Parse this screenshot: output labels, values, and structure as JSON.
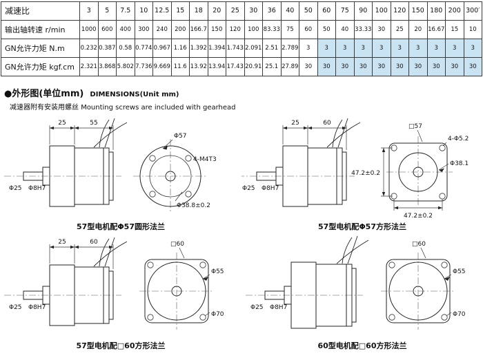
{
  "table": {
    "corner_label": "减速比",
    "ratios": [
      "3",
      "5",
      "7.5",
      "10",
      "12.5",
      "15",
      "18",
      "20",
      "25",
      "30",
      "36",
      "40",
      "50",
      "60",
      "75",
      "90",
      "100",
      "120",
      "150",
      "180",
      "200",
      "300′"
    ],
    "rows": [
      {
        "label": "输出轴转速 r/min",
        "values": [
          "1000",
          "600",
          "400",
          "300",
          "240",
          "200",
          "166.7",
          "150",
          "120",
          "100",
          "83.33",
          "75",
          "60",
          "50",
          "40",
          "33.33",
          "30",
          "25",
          "20",
          "16.67",
          "15",
          "10"
        ]
      },
      {
        "label": "GN允许力矩 N.m",
        "values": [
          "0.232",
          "0.387",
          "0.58",
          "0.774",
          "0.967",
          "1.16",
          "1.392",
          "1.394",
          "1.743",
          "2.091",
          "2.51",
          "2.789",
          "3",
          "3",
          "3",
          "3",
          "3",
          "3",
          "3",
          "3",
          "3",
          "3"
        ],
        "highlight_from": 13
      },
      {
        "label": "GN允许力矩 kgf.cm",
        "values": [
          "2.321",
          "3.868",
          "5.802",
          "7.736",
          "9.669",
          "11.6",
          "13.92",
          "13.94",
          "17.43",
          "20.91",
          "25.1",
          "27.89",
          "30",
          "30",
          "30",
          "30",
          "30",
          "30",
          "30",
          "30",
          "30",
          "30"
        ],
        "highlight_from": 13
      }
    ],
    "highlight_color": "#c9e3f3"
  },
  "section": {
    "title_cn": "●外形图(单位mm)",
    "title_en": "DIMENSIONS(Unit mm)",
    "note_cn": "减速器附有安装用螺丝",
    "note_en": "Mounting screws are included with gearhead"
  },
  "drawings": {
    "d1": {
      "dim_a": "25",
      "dim_b": "55",
      "boss": "Φ25",
      "shaft": "Φ8H7",
      "od": "Φ57",
      "holes": "4-M4T3",
      "pilot": "Φ38.8±0.2",
      "caption": "57型电机配Φ57圆形法兰"
    },
    "d2": {
      "dim_a": "25",
      "dim_b": "60",
      "boss": "Φ25",
      "shaft": "Φ8H7",
      "sq": "□57",
      "holes": "4-Φ5.2",
      "pilot": "Φ38.1",
      "dim_v": "47.2±0.2",
      "dim_h": "47.2±0.2",
      "caption": "57型电机配Φ57方形法兰"
    },
    "d3": {
      "dim_a": "25",
      "dim_b": "60",
      "boss": "Φ25",
      "shaft": "Φ8H7",
      "sq": "□60",
      "circle": "Φ55",
      "holes_circle": "Φ70",
      "caption": "57型电机配□60方形法兰"
    },
    "d4": {
      "boss": "Φ25",
      "shaft": "Φ8H7",
      "sq": "□60",
      "circle": "Φ55",
      "holes_circle": "Φ70",
      "caption": "60型电机配□60方形法兰"
    }
  }
}
